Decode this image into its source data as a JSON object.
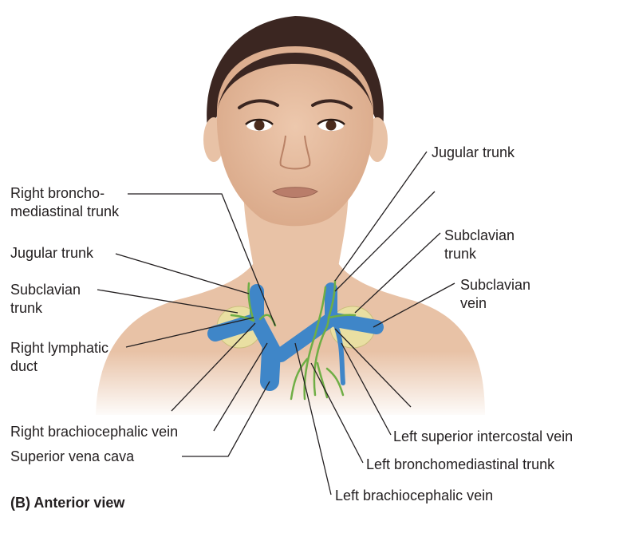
{
  "figure": {
    "caption": "(B) Anterior view",
    "labels": {
      "right_bronchomediastinal_trunk": "Right broncho-\nmediastinal trunk",
      "right_jugular_trunk": "Jugular trunk",
      "right_subclavian_trunk": "Subclavian\ntrunk",
      "right_lymphatic_duct": "Right lymphatic\nduct",
      "right_brachiocephalic_vein": "Right brachiocephalic vein",
      "superior_vena_cava": "Superior vena cava",
      "left_jugular_trunk": "Jugular trunk",
      "left_subclavian_trunk": "Subclavian\ntrunk",
      "left_subclavian_vein": "Subclavian\nvein",
      "left_superior_intercostal_vein": "Left superior intercostal vein",
      "left_bronchomediastinal_trunk": "Left bronchomediastinal trunk",
      "left_brachiocephalic_vein": "Left brachiocephalic vein"
    }
  },
  "colors": {
    "vein": "#3f86c8",
    "vein_dark": "#2a5f98",
    "lymph": "#6fae45",
    "node": "#e9dfa2",
    "skin": "#e8c2a6",
    "hair": "#3b2621",
    "leader": "#231f20"
  }
}
